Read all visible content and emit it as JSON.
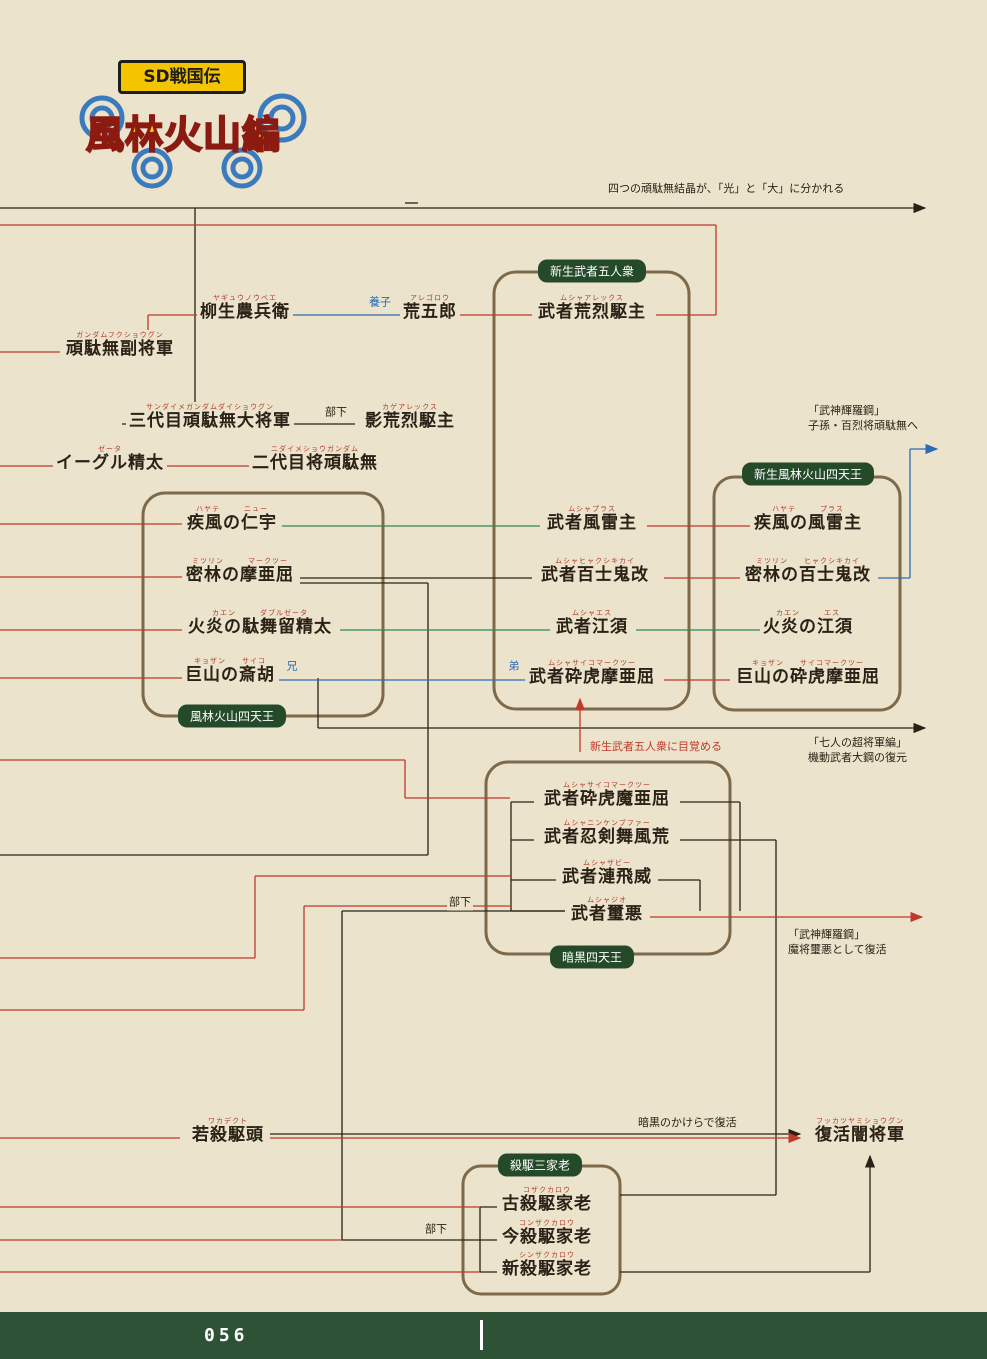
{
  "header": {
    "logo_title": "SD戦国伝",
    "logo_subtitle": "風林火山編"
  },
  "colors": {
    "red": "#c0392b",
    "blue": "#2c6bb5",
    "green": "#2e8a4e",
    "dark": "#2b2116",
    "badge": "#244a2a",
    "footer": "#2e5236"
  },
  "notes": {
    "top": "四つの頑駄無結晶が、「光」と「大」に分かれる",
    "bushin1_a": "「武神輝羅鋼」",
    "bushin1_b": "子孫・百烈将頑駄無へ",
    "nana_a": "「七人の超将軍編」",
    "nana_b": "機動武者大鋼の復元",
    "awaken": "新生武者五人衆に目覚める",
    "bushin2_a": "「武神輝羅鋼」",
    "bushin2_b": "魔将璽悪として復活",
    "revive": "暗黒のかけらで復活"
  },
  "relations": {
    "adopted": "養子",
    "subordinate": "部下",
    "elder": "兄",
    "younger": "弟"
  },
  "groups": {
    "shinsei_gonin": "新生武者五人衆",
    "fuurin": "風林火山四天王",
    "shinsei_fuurin": "新生風林火山四天王",
    "ankoku": "暗黒四天王",
    "sankaro": "殺駆三家老"
  },
  "characters": {
    "yagyu": {
      "name": "柳生農兵衛",
      "ruby": "ヤギュウノウベエ"
    },
    "aregorou": {
      "name": "荒五郎",
      "ruby": "アレゴロウ"
    },
    "musha_arex": {
      "name": "武者荒烈駆主",
      "ruby": "ムシャアレックス"
    },
    "fuku": {
      "name": "頑駄無副将軍",
      "ruby": "ガンダムフクショウグン"
    },
    "sandaime": {
      "name": "三代目頑駄無大将軍",
      "ruby": "サンダイメガンダムダイショウグン"
    },
    "kage": {
      "name": "影荒烈駆主",
      "ruby": "カゲアレックス"
    },
    "eagle": {
      "name": "イーグル精太",
      "ruby": "ゼータ"
    },
    "nidaime": {
      "name": "二代目将頑駄無",
      "ruby": "ニダイメショウガンダム"
    },
    "hayate_nu": {
      "name": "疾風の仁宇",
      "ruby": "ハヤテ　　　ニュー"
    },
    "mitsurin_mk2": {
      "name": "密林の摩亜屈",
      "ruby": "ミツリン　　　マークツー"
    },
    "kaen_zz": {
      "name": "火炎の駄舞留精太",
      "ruby": "カエン　　　ダブルゼータ"
    },
    "kyozan_psy": {
      "name": "巨山の斎胡",
      "ruby": "キョザン　　サイコ"
    },
    "musha_fu": {
      "name": "武者風雷主",
      "ruby": "ムシャプラス"
    },
    "musha_hyaku": {
      "name": "武者百士鬼改",
      "ruby": "ムシャヒャクシキカイ"
    },
    "musha_s": {
      "name": "武者江須",
      "ruby": "ムシャエス"
    },
    "musha_psy": {
      "name": "武者砕虎摩亜屈",
      "ruby": "ムシャサイコマークツー"
    },
    "hayate_plus": {
      "name": "疾風の風雷主",
      "ruby": "ハヤテ　　　プラス"
    },
    "mitsurin_h": {
      "name": "密林の百士鬼改",
      "ruby": "ミツリン　　ヒャクシキカイ"
    },
    "kaen_s": {
      "name": "火炎の江須",
      "ruby": "カエン　　　エス"
    },
    "kyozan_psy2": {
      "name": "巨山の砕虎摩亜屈",
      "ruby": "キョザン　　サイコマークツー"
    },
    "ank_psy": {
      "name": "武者砕虎魔亜屈",
      "ruby": "ムシャサイコマークツー"
    },
    "ank_nin": {
      "name": "武者忍剣舞風荒",
      "ruby": "ムシャニンケンブファー"
    },
    "ank_zaku": {
      "name": "武者漣飛威",
      "ruby": "ムシャザビー"
    },
    "ank_jio": {
      "name": "武者璽悪",
      "ruby": "ムシャジオ"
    },
    "waka": {
      "name": "若殺駆頭",
      "ruby": "ワカデクト"
    },
    "fukkatsu": {
      "name": "復活闇将軍",
      "ruby": "フッカツヤミショウグン"
    },
    "ko": {
      "name": "古殺駆家老",
      "ruby": "コザクカロウ"
    },
    "kon": {
      "name": "今殺駆家老",
      "ruby": "コンザクカロウ"
    },
    "shin": {
      "name": "新殺駆家老",
      "ruby": "シンザクカロウ"
    }
  },
  "footer": {
    "page_number": "056"
  }
}
